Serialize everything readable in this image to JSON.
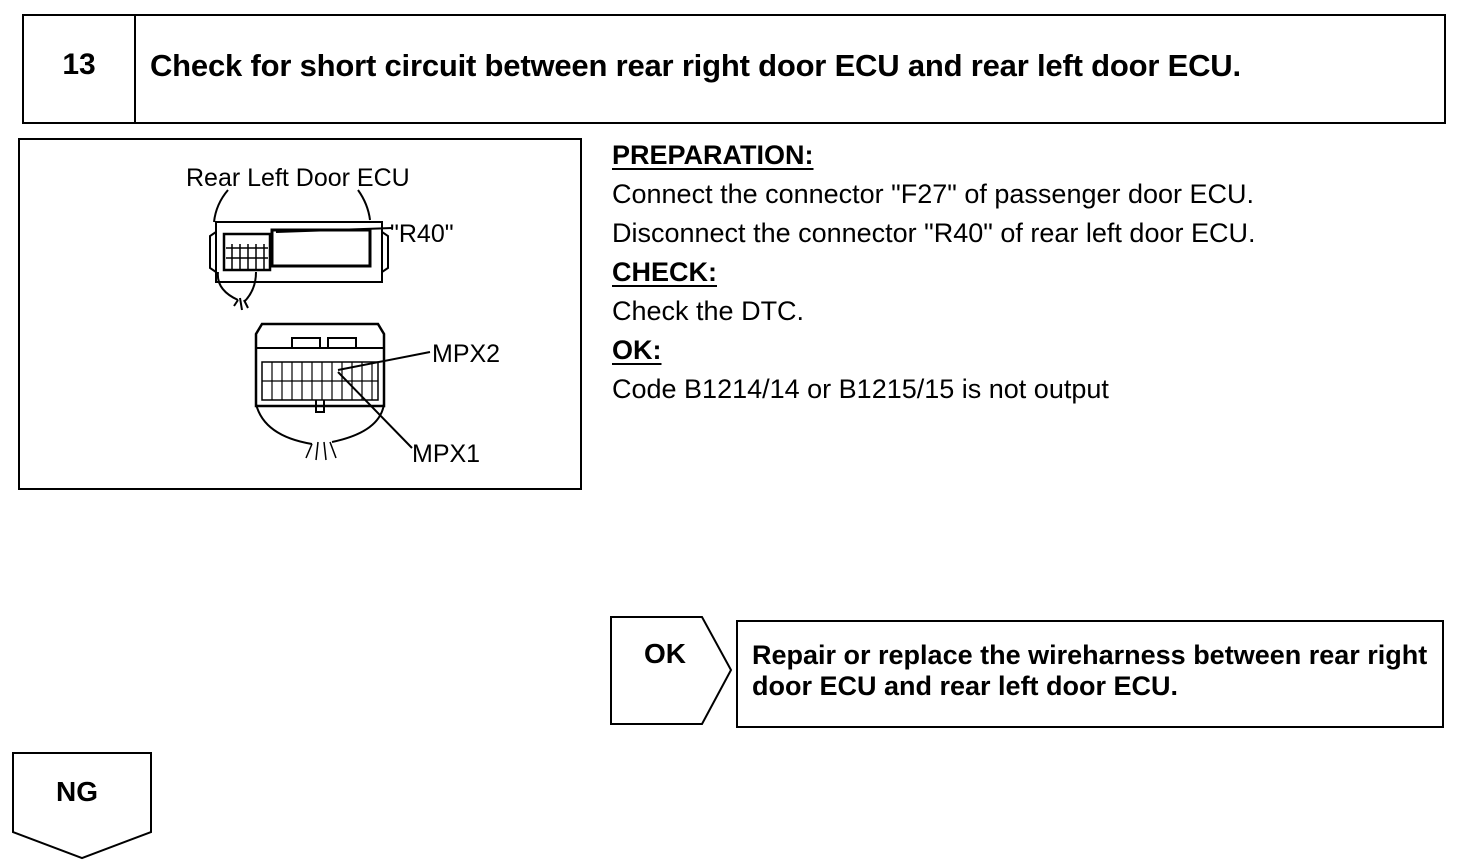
{
  "step": {
    "number": "13",
    "title": "Check for short circuit between rear right door ECU and rear left door ECU."
  },
  "diagram": {
    "title": "Rear Left Door ECU",
    "connector": "\"R40\"",
    "pin_upper": "MPX2",
    "pin_lower": "MPX1"
  },
  "instructions": {
    "preparation_heading": "PREPARATION:",
    "preparation_lines": [
      "Connect the connector \"F27\" of passenger door ECU.",
      "Disconnect the connector \"R40\" of rear left door ECU."
    ],
    "check_heading": "CHECK:",
    "check_lines": [
      "Check the DTC."
    ],
    "ok_heading": "OK:",
    "ok_lines": [
      "Code B1214/14 or B1215/15 is not output"
    ]
  },
  "flow": {
    "ok_label": "OK",
    "ok_result": "Repair or replace the wireharness between rear right door ECU and rear left door ECU.",
    "ng_label": "NG"
  }
}
